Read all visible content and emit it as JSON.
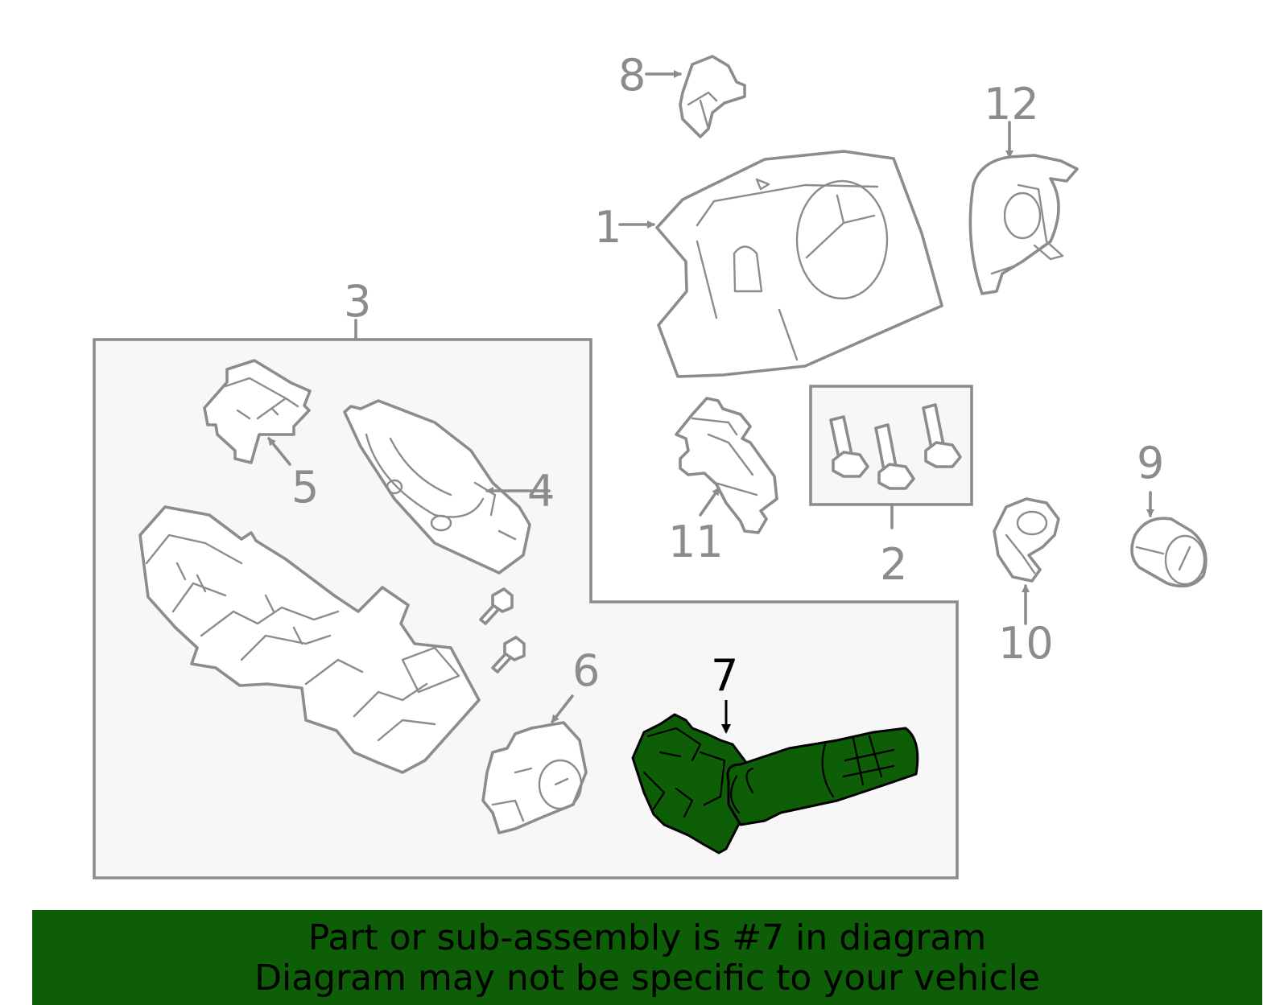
{
  "callouts": [
    {
      "id": "1",
      "label": "1"
    },
    {
      "id": "2",
      "label": "2"
    },
    {
      "id": "3",
      "label": "3"
    },
    {
      "id": "4",
      "label": "4"
    },
    {
      "id": "5",
      "label": "5"
    },
    {
      "id": "6",
      "label": "6"
    },
    {
      "id": "7",
      "label": "7"
    },
    {
      "id": "8",
      "label": "8"
    },
    {
      "id": "9",
      "label": "9"
    },
    {
      "id": "10",
      "label": "10"
    },
    {
      "id": "11",
      "label": "11"
    },
    {
      "id": "12",
      "label": "12"
    }
  ],
  "highlighted_part": "7",
  "banner": {
    "line1": "Part or sub-assembly is #7 in diagram",
    "line2": "Diagram may not be specific to your vehicle"
  },
  "colors": {
    "highlight": "#0d5e07",
    "line": "#8c8c8c",
    "panel": "#f7f7f7",
    "banner_bg": "#0d5e07"
  }
}
